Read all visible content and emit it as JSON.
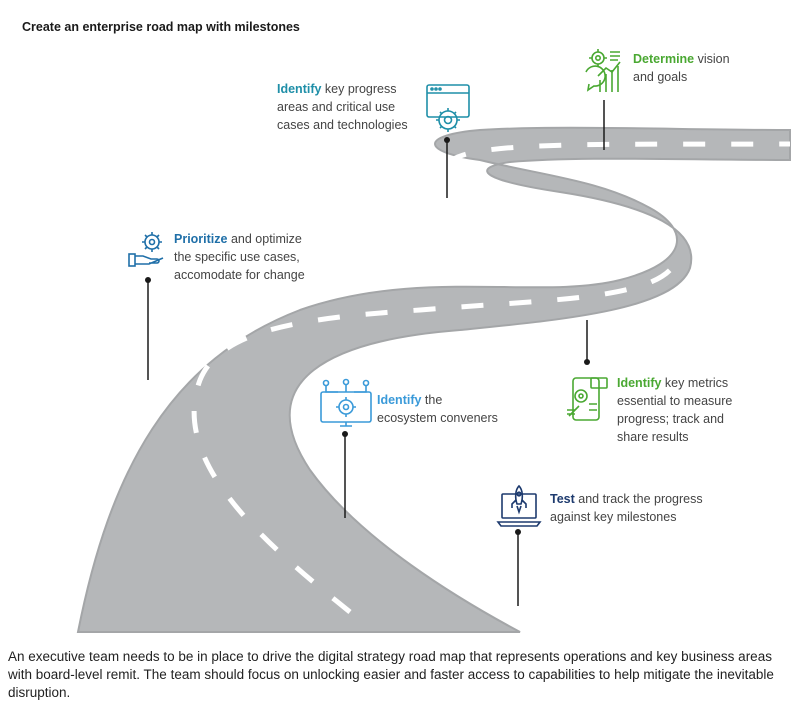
{
  "title": "Create an enterprise road map with milestones",
  "milestones": [
    {
      "id": "vision",
      "keyword": "Determine",
      "rest_line1": " vision",
      "line2": "and goals",
      "icon": "vision-goals-icon",
      "color": "#4aa832"
    },
    {
      "id": "progress",
      "keyword": "Identify",
      "rest_line1": " key progress",
      "line2": "areas and critical use",
      "line3": "cases and technologies",
      "icon": "browser-gear-icon",
      "color": "#1f8fa8"
    },
    {
      "id": "prioritize",
      "keyword": "Prioritize",
      "rest_line1": " and optimize",
      "line2": "the specific use cases,",
      "line3": "accomodate for change",
      "icon": "hand-gear-icon",
      "color": "#1f6fa8"
    },
    {
      "id": "metrics",
      "keyword": "Identify",
      "rest_line1": " key metrics",
      "line2": "essential to measure",
      "line3": "progress; track and",
      "line4": "share results",
      "icon": "metrics-icon",
      "color": "#4aa832"
    },
    {
      "id": "conveners",
      "keyword": "Identify",
      "rest_line1": " the",
      "line2": "ecosystem conveners",
      "icon": "monitor-network-icon",
      "color": "#3a9ad9"
    },
    {
      "id": "test",
      "keyword": "Test",
      "rest_line1": " and track the progress",
      "line2": "against key milestones",
      "icon": "laptop-rocket-icon",
      "color": "#1d3a6e"
    }
  ],
  "caption": "An executive team needs to be in place to drive the digital strategy road map that represents operations and key business areas with board-level remit. The team should focus on unlocking easier and faster access to capabilities to help mitigate the inevitable disruption.",
  "colors": {
    "road": "#b5b7b9",
    "road_edge": "#a4a6a8",
    "lane": "#ffffff",
    "pin": "#1a1a1a"
  }
}
